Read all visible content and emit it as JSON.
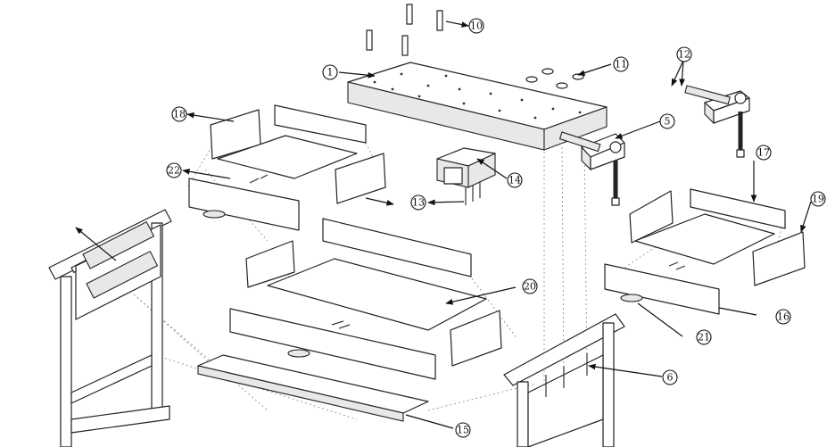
{
  "diagram": {
    "callouts": [
      {
        "id": "1",
        "label": "1"
      },
      {
        "id": "5",
        "label": "5"
      },
      {
        "id": "6",
        "label": "6"
      },
      {
        "id": "10",
        "label": "10"
      },
      {
        "id": "11",
        "label": "11"
      },
      {
        "id": "12",
        "label": "12"
      },
      {
        "id": "13",
        "label": "13"
      },
      {
        "id": "14",
        "label": "14"
      },
      {
        "id": "15",
        "label": "15"
      },
      {
        "id": "16",
        "label": "16"
      },
      {
        "id": "17",
        "label": "17"
      },
      {
        "id": "18",
        "label": "18"
      },
      {
        "id": "19",
        "label": "19"
      },
      {
        "id": "20",
        "label": "20"
      },
      {
        "id": "21",
        "label": "21"
      },
      {
        "id": "22",
        "label": "22"
      }
    ]
  }
}
